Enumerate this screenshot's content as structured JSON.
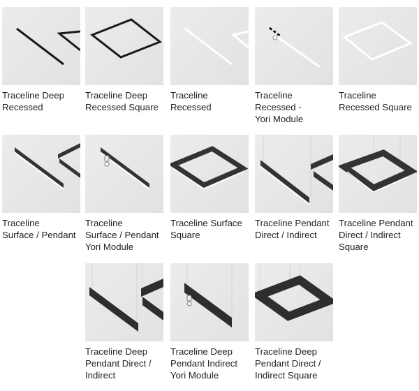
{
  "products": [
    {
      "name": "Traceline Deep\nRecessed",
      "icon": "linear-and-corner-recessed-black-icon"
    },
    {
      "name": "Traceline Deep\nRecessed Square",
      "icon": "square-recessed-black-icon"
    },
    {
      "name": "Traceline\nRecessed",
      "icon": "linear-and-corner-recessed-white-icon"
    },
    {
      "name": "Traceline\nRecessed -\nYori Module",
      "icon": "linear-recessed-white-yori-icon"
    },
    {
      "name": "Traceline\nRecessed Square",
      "icon": "square-recessed-white-icon"
    },
    {
      "name": "Traceline\nSurface / Pendant",
      "icon": "linear-and-corner-surface-icon"
    },
    {
      "name": "Traceline\nSurface / Pendant\nYori Module",
      "icon": "linear-surface-yori-icon"
    },
    {
      "name": "Traceline Surface\nSquare",
      "icon": "square-surface-icon"
    },
    {
      "name": "Traceline Pendant\nDirect / Indirect",
      "icon": "linear-and-corner-pendant-icon"
    },
    {
      "name": "Traceline Pendant\nDirect / Indirect\nSquare",
      "icon": "square-pendant-icon"
    },
    {
      "name": "Traceline Deep\nPendant Direct /\nIndirect",
      "icon": "linear-and-corner-deep-pendant-icon"
    },
    {
      "name": "Traceline Deep\nPendant Indirect\nYori Module",
      "icon": "linear-deep-pendant-yori-icon"
    },
    {
      "name": "Traceline Deep\nPendant Direct /\nIndirect Square",
      "icon": "square-deep-pendant-icon"
    }
  ]
}
